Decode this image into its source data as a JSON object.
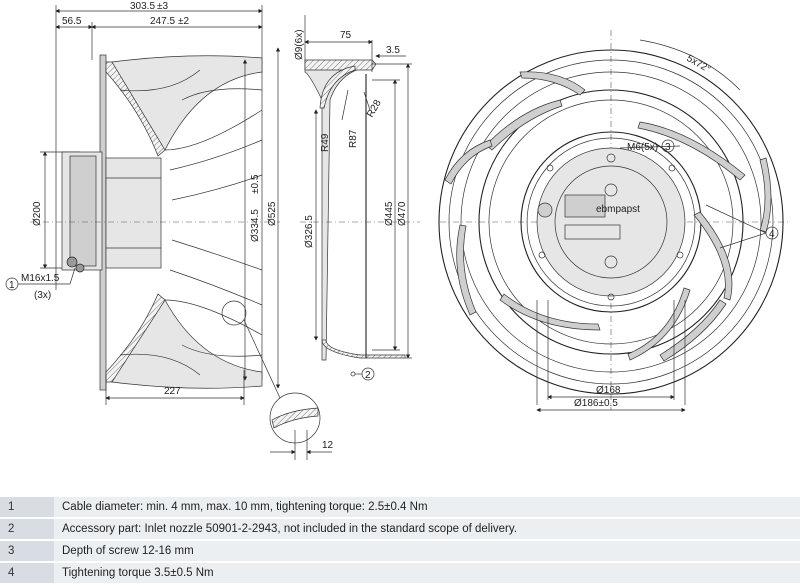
{
  "dimensions": {
    "overall_depth": "303.5",
    "overall_depth_tol": "±3",
    "left_offset": "56.5",
    "wheel_depth": "247.5",
    "wheel_depth_tol": "±2",
    "hub_dia": "Ø200",
    "motor_dia": "Ø334.5",
    "motor_dia_tol": "±0.5",
    "wheel_dia": "Ø525",
    "base_depth": "227",
    "detail_dim": "12",
    "holes": "Ø9(6x)",
    "nozzle_depth": "75",
    "nozzle_lip": "3.5",
    "r49": "R49",
    "r87": "R87",
    "r28": "R28",
    "nozzle_inner": "Ø326.5",
    "nozzle_445": "Ø445",
    "nozzle_470": "Ø470",
    "angle": "5x72°",
    "m6": "M6(5x)",
    "d168": "Ø168",
    "d186": "Ø186±0.5",
    "m16": "M16x1.5",
    "m16_count": "(3x)",
    "brand": "ebmpapst"
  },
  "callouts": {
    "c1": "1",
    "c2": "2",
    "c3": "3",
    "c4": "4"
  },
  "legend": [
    {
      "num": "1",
      "text": "Cable diameter: min. 4 mm, max. 10 mm, tightening torque: 2.5±0.4 Nm"
    },
    {
      "num": "2",
      "text": "Accessory part: Inlet nozzle 50901-2-2943, not included in the standard scope of delivery."
    },
    {
      "num": "3",
      "text": "Depth of screw 12-16 mm"
    },
    {
      "num": "4",
      "text": "Tightening torque 3.5±0.5 Nm"
    }
  ]
}
